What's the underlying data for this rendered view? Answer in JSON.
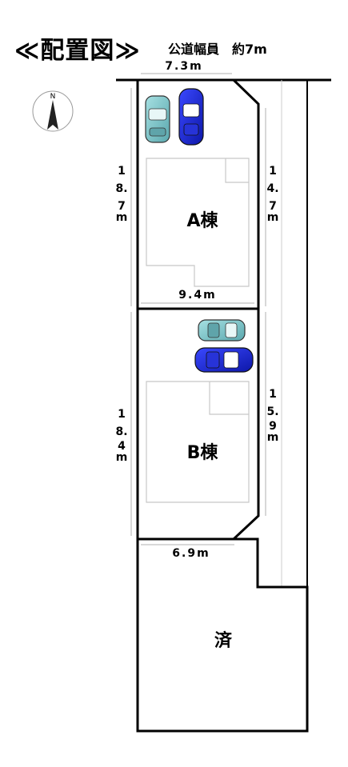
{
  "header": {
    "title": "≪配置図≫",
    "road": "公道幅員　約7m"
  },
  "compass": {
    "north_label": "N"
  },
  "dimensions": {
    "top_width": "7.3m",
    "a_left_depth": [
      "1",
      "8.",
      "7",
      "m"
    ],
    "a_right_depth": [
      "1",
      "4.",
      "7",
      "m"
    ],
    "a_bottom_width": "9.4m",
    "b_left_depth": [
      "1",
      "8.",
      "4",
      "m"
    ],
    "b_right_depth": [
      "1",
      "5.",
      "9",
      "m"
    ],
    "b_bottom_width": "6.9m"
  },
  "lots": {
    "a": "A棟",
    "b": "B棟",
    "c": "済"
  },
  "colors": {
    "car_blue": "#1c2ae0",
    "car_teal": "#7fc8cc",
    "line": "#000000",
    "building_outline": "#c8c8c8",
    "dim_line": "#b0b0b0"
  },
  "icons": [
    "compass-icon",
    "car-icon"
  ]
}
